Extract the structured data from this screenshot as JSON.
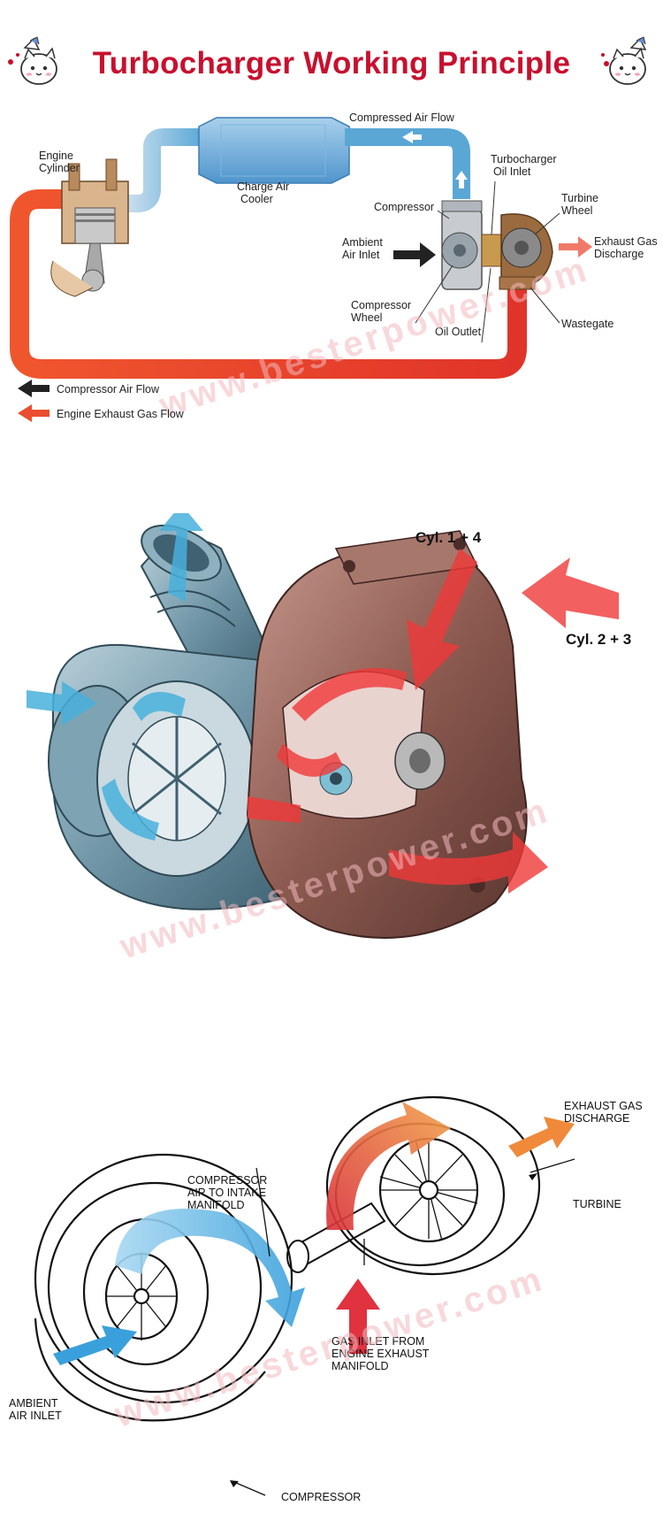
{
  "title": "Turbocharger Working Principle",
  "diagram1": {
    "labels": {
      "engine_cylinder_1": "Engine",
      "engine_cylinder_2": "Cylinder",
      "charge_cooler_1": "Charge Air",
      "charge_cooler_2": "Cooler",
      "compressed_air_flow": "Compressed Air Flow",
      "turbo_oil_inlet_1": "Turbocharger",
      "turbo_oil_inlet_2": "Oil Inlet",
      "compressor": "Compressor",
      "turbine_wheel_1": "Turbine",
      "turbine_wheel_2": "Wheel",
      "ambient_air_1": "Ambient",
      "ambient_air_2": "Air Inlet",
      "exhaust_discharge_1": "Exhaust Gas",
      "exhaust_discharge_2": "Discharge",
      "compressor_wheel_1": "Compressor",
      "compressor_wheel_2": "Wheel",
      "oil_outlet": "Oil Outlet",
      "wastegate": "Wastegate"
    },
    "legend": {
      "compressor_air": "Compressor Air Flow",
      "exhaust_gas": "Engine Exhaust Gas Flow"
    },
    "watermark": "www.besterpower.com"
  },
  "diagram2": {
    "labels": {
      "cyl_14": "Cyl. 1 + 4",
      "cyl_23": "Cyl. 2 + 3"
    },
    "watermark": "www.besterpower.com"
  },
  "diagram3": {
    "labels": {
      "exhaust_1": "EXHAUST GAS",
      "exhaust_2": "DISCHARGE",
      "comp_air_1": "COMPRESSOR",
      "comp_air_2": "AIR TO INTAKE",
      "comp_air_3": "MANIFOLD",
      "turbine": "TURBINE",
      "gas_inlet_1": "GAS INLET FROM",
      "gas_inlet_2": "ENGINE EXHAUST",
      "gas_inlet_3": "MANIFOLD",
      "ambient_1": "AMBIENT",
      "ambient_2": "AIR INLET",
      "compressor": "COMPRESSOR"
    },
    "watermark": "www.besterpower.com"
  },
  "colors": {
    "title_red": "#c8102e",
    "air_blue": "#4aa8d8",
    "exhaust_red": "#e8402a",
    "housing_brown": "#8c5a50",
    "steel_blue": "#6f95a6"
  }
}
